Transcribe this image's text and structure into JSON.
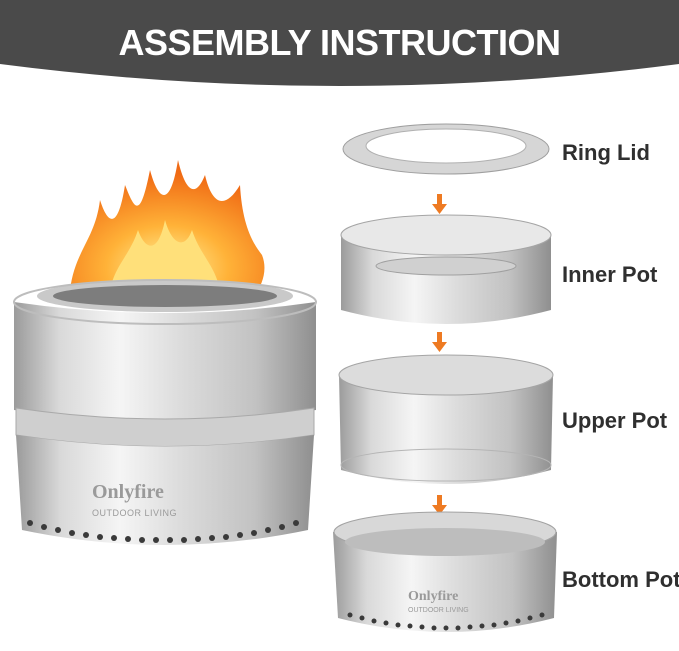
{
  "header": {
    "title": "ASSEMBLY INSTRUCTION",
    "background_color": "#4a4a4a"
  },
  "product": {
    "brand_name": "Onlyfire",
    "brand_tagline": "OUTDOOR LIVING"
  },
  "parts": [
    {
      "label": "Ring Lid"
    },
    {
      "label": "Inner Pot"
    },
    {
      "label": "Upper Pot"
    },
    {
      "label": "Bottom Pot"
    }
  ],
  "colors": {
    "arrow": "#ee7a22",
    "steel_light": "#eeeeee",
    "steel_dark": "#a8a8a8"
  }
}
